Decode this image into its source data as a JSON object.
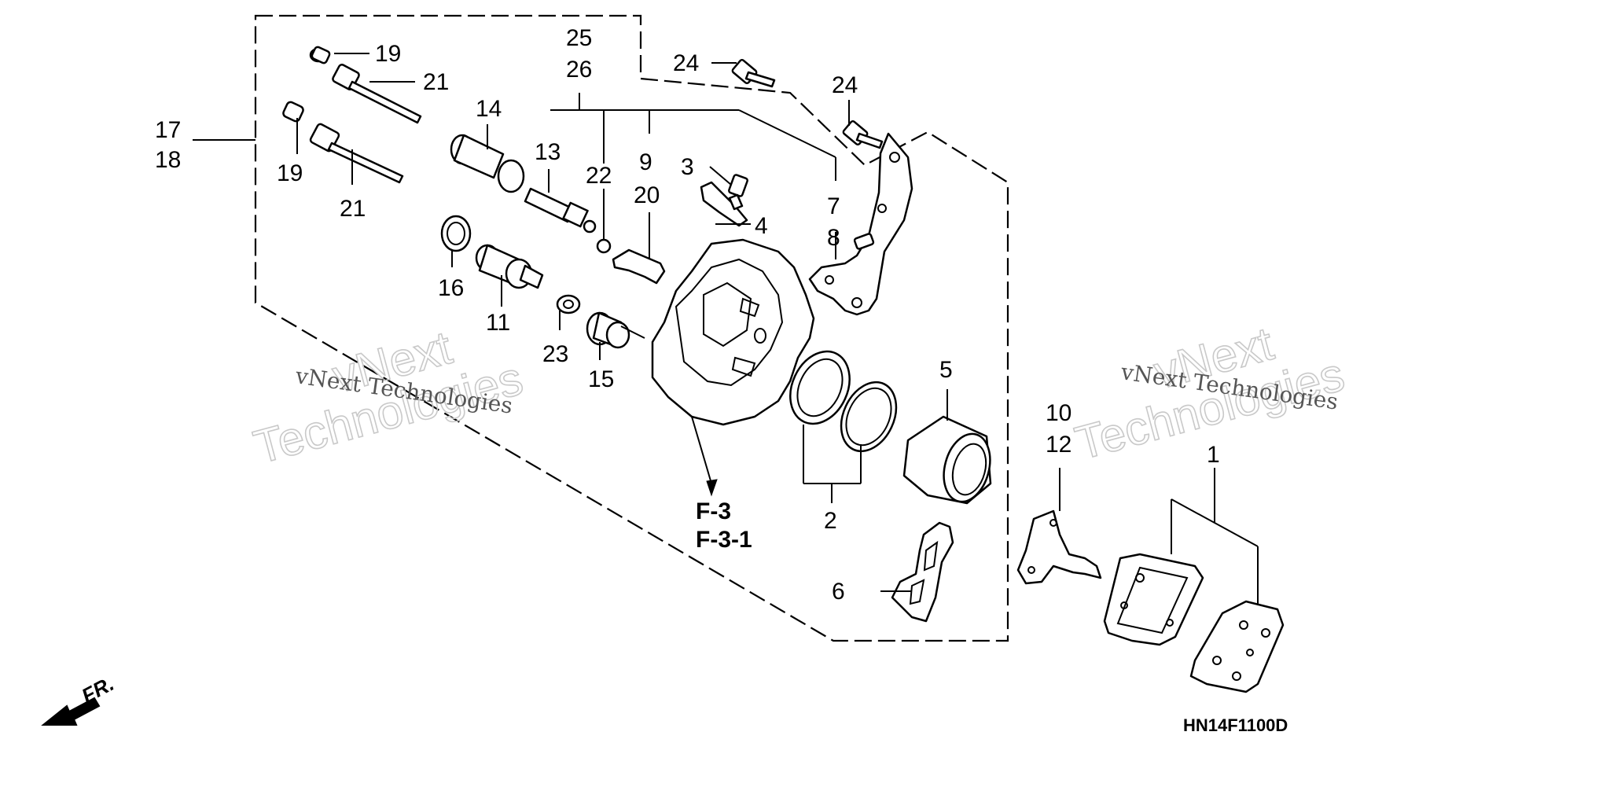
{
  "diagram": {
    "code": "HN14F1100D",
    "front_label": "FR.",
    "watermark_small": "vNext Technologies",
    "watermark_big_1": "vNext",
    "watermark_big_2": "Technologies",
    "reference_1": "F-3",
    "reference_2": "F-3-1",
    "callouts": {
      "n1": "1",
      "n2": "2",
      "n3": "3",
      "n4": "4",
      "n5": "5",
      "n6": "6",
      "n7": "7",
      "n8": "8",
      "n9": "9",
      "n10": "10",
      "n11": "11",
      "n12": "12",
      "n13": "13",
      "n14": "14",
      "n15": "15",
      "n16": "16",
      "n17": "17",
      "n18": "18",
      "n19a": "19",
      "n19b": "19",
      "n20": "20",
      "n21a": "21",
      "n21b": "21",
      "n22": "22",
      "n23": "23",
      "n24a": "24",
      "n24b": "24",
      "n25": "25",
      "n26": "26"
    }
  }
}
